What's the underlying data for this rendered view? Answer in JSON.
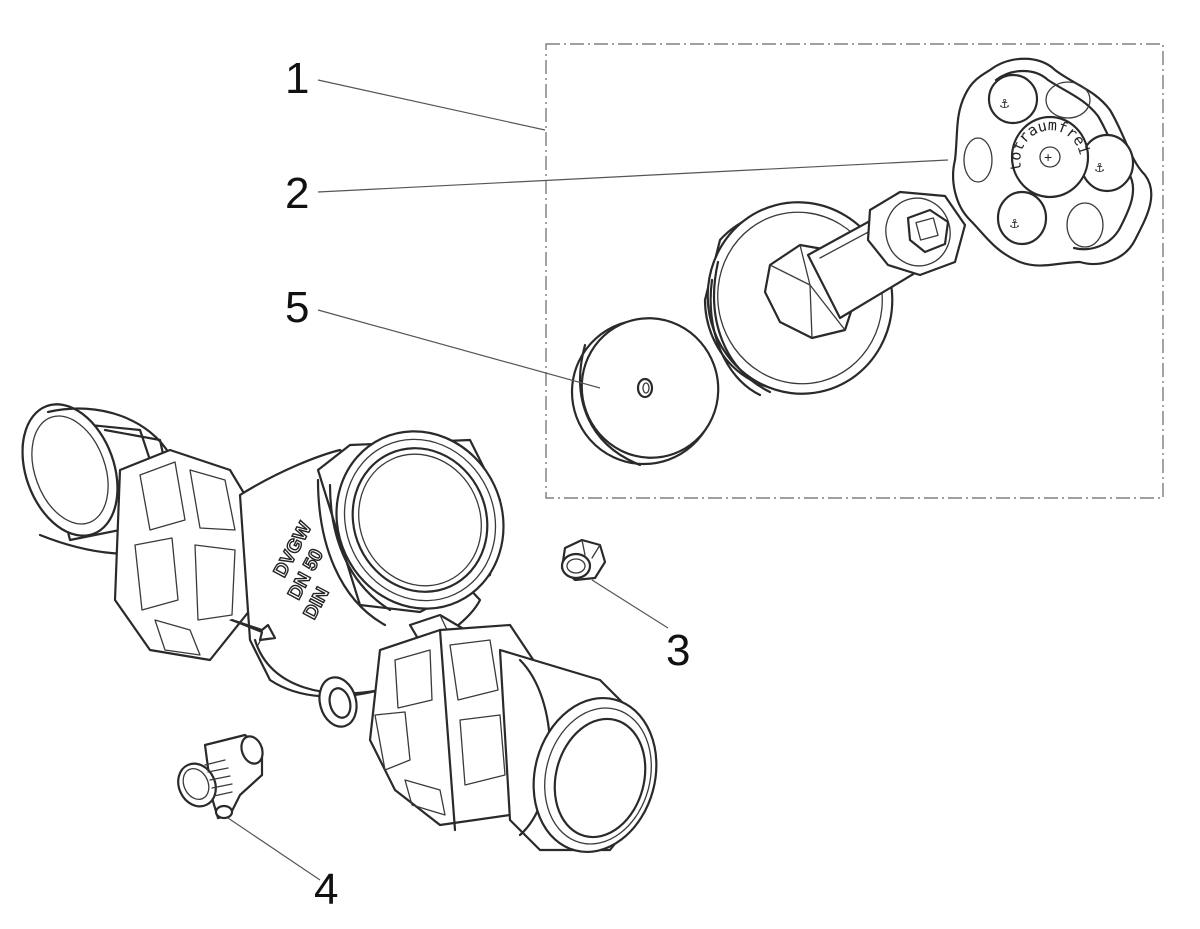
{
  "callouts": [
    {
      "id": "1",
      "label": "1",
      "part": "upper-assembly"
    },
    {
      "id": "2",
      "label": "2",
      "part": "handwheel"
    },
    {
      "id": "3",
      "label": "3",
      "part": "plug"
    },
    {
      "id": "4",
      "label": "4",
      "part": "drain-valve"
    },
    {
      "id": "5",
      "label": "5",
      "part": "disc"
    }
  ],
  "body_marking": {
    "line1": "DVGW",
    "line2": "DN 50",
    "line3": "DIN"
  },
  "handwheel_marking": "totraumfrei",
  "colors": {
    "line": "#2a2a2a",
    "leader": "#555555",
    "background": "#ffffff"
  }
}
